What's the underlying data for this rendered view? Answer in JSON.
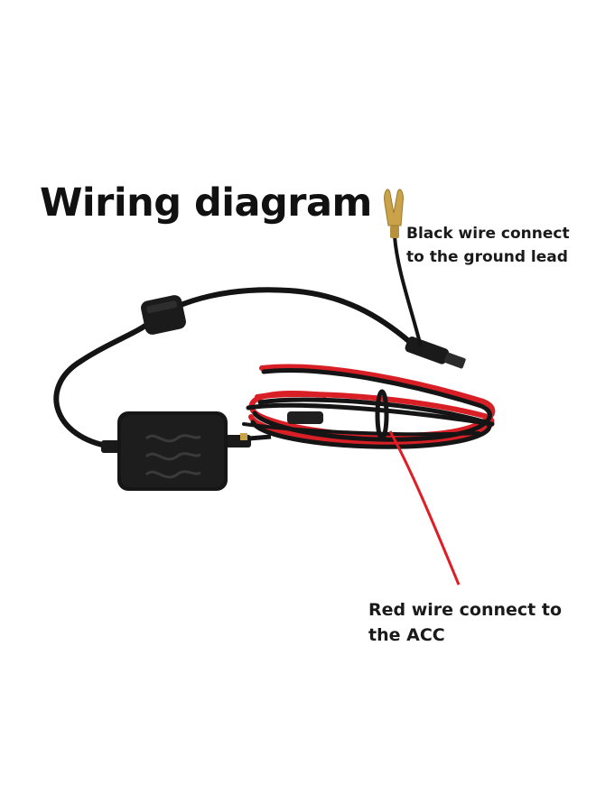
{
  "title": "Wiring diagram",
  "labels": {
    "black_wire": [
      "Black wire connect",
      "to the  ground lead"
    ],
    "red_wire": [
      "Red wire connect to",
      "the ACC"
    ]
  },
  "colors": {
    "background": "#ffffff",
    "cable_black": "#141414",
    "wire_red": "#e01c24",
    "terminal_gold": "#c9a24a"
  }
}
